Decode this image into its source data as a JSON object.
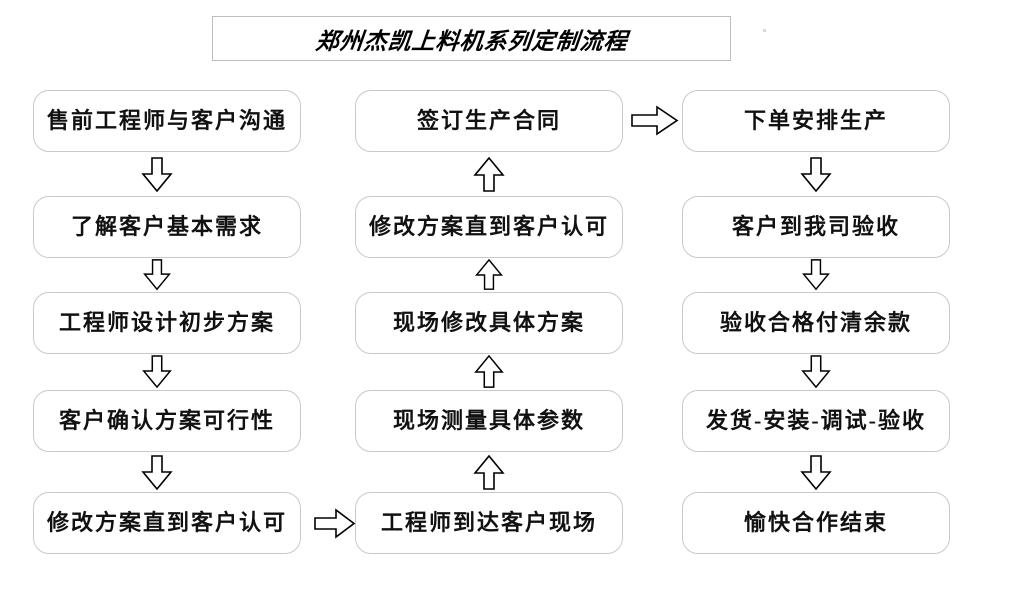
{
  "title": {
    "text": "郑州杰凯上料机系列定制流程"
  },
  "colors": {
    "box_border": "#c9c9c9",
    "title_border": "#bdbdbd",
    "text": "#111111",
    "arrow_stroke": "#000000",
    "background": "#ffffff"
  },
  "columns": {
    "left": {
      "name": "pre-sales-column",
      "nodes": [
        {
          "id": "l1",
          "label": "售前工程师与客户沟通"
        },
        {
          "id": "l2",
          "label": "了解客户基本需求"
        },
        {
          "id": "l3",
          "label": "工程师设计初步方案"
        },
        {
          "id": "l4",
          "label": "客户确认方案可行性"
        },
        {
          "id": "l5",
          "label": "修改方案直到客户认可"
        }
      ]
    },
    "middle": {
      "name": "on-site-column",
      "nodes": [
        {
          "id": "m1",
          "label": "签订生产合同"
        },
        {
          "id": "m2",
          "label": "修改方案直到客户认可"
        },
        {
          "id": "m3",
          "label": "现场修改具体方案"
        },
        {
          "id": "m4",
          "label": "现场测量具体参数"
        },
        {
          "id": "m5",
          "label": "工程师到达客户现场"
        }
      ]
    },
    "right": {
      "name": "production-column",
      "nodes": [
        {
          "id": "r1",
          "label": "下单安排生产"
        },
        {
          "id": "r2",
          "label": "客户到我司验收"
        },
        {
          "id": "r3",
          "label": "验收合格付清余款"
        },
        {
          "id": "r4",
          "label": "发货-安装-调试-验收"
        },
        {
          "id": "r5",
          "label": "愉快合作结束"
        }
      ]
    }
  },
  "connectors": [
    {
      "id": "a-l1-l2",
      "icon": "arrow-down-icon",
      "direction": "down"
    },
    {
      "id": "a-l2-l3",
      "icon": "arrow-down-icon",
      "direction": "down"
    },
    {
      "id": "a-l3-l4",
      "icon": "arrow-down-icon",
      "direction": "down"
    },
    {
      "id": "a-l4-l5",
      "icon": "arrow-down-icon",
      "direction": "down"
    },
    {
      "id": "a-l5-m5",
      "icon": "arrow-right-icon",
      "direction": "right"
    },
    {
      "id": "a-m5-m4",
      "icon": "arrow-up-icon",
      "direction": "up"
    },
    {
      "id": "a-m4-m3",
      "icon": "arrow-up-icon",
      "direction": "up"
    },
    {
      "id": "a-m3-m2",
      "icon": "arrow-up-icon",
      "direction": "up"
    },
    {
      "id": "a-m2-m1",
      "icon": "arrow-up-icon",
      "direction": "up"
    },
    {
      "id": "a-m1-r1",
      "icon": "arrow-right-icon",
      "direction": "right"
    },
    {
      "id": "a-r1-r2",
      "icon": "arrow-down-icon",
      "direction": "down"
    },
    {
      "id": "a-r2-r3",
      "icon": "arrow-down-icon",
      "direction": "down"
    },
    {
      "id": "a-r3-r4",
      "icon": "arrow-down-icon",
      "direction": "down"
    },
    {
      "id": "a-r4-r5",
      "icon": "arrow-down-icon",
      "direction": "down"
    }
  ]
}
